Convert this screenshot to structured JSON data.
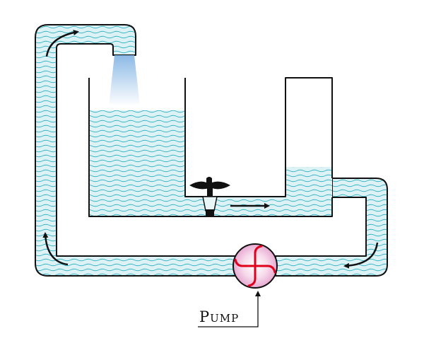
{
  "diagram": {
    "pump_label": "Pump",
    "colors": {
      "water_fill": "#dcf2f5",
      "wave": "#36b3c6",
      "outline": "#111111",
      "pump_rotor": "#e0001b",
      "pump_glow": "#f2cde6",
      "spray": "#7fb2e3"
    },
    "icons": {
      "pump": "swastika-rotor-pump-icon",
      "valve": "tap-valve-icon"
    },
    "flow_arrows": [
      "flow-up-left",
      "flow-top-left",
      "flow-bottom-left",
      "flow-right-return",
      "flow-valve-out"
    ]
  }
}
